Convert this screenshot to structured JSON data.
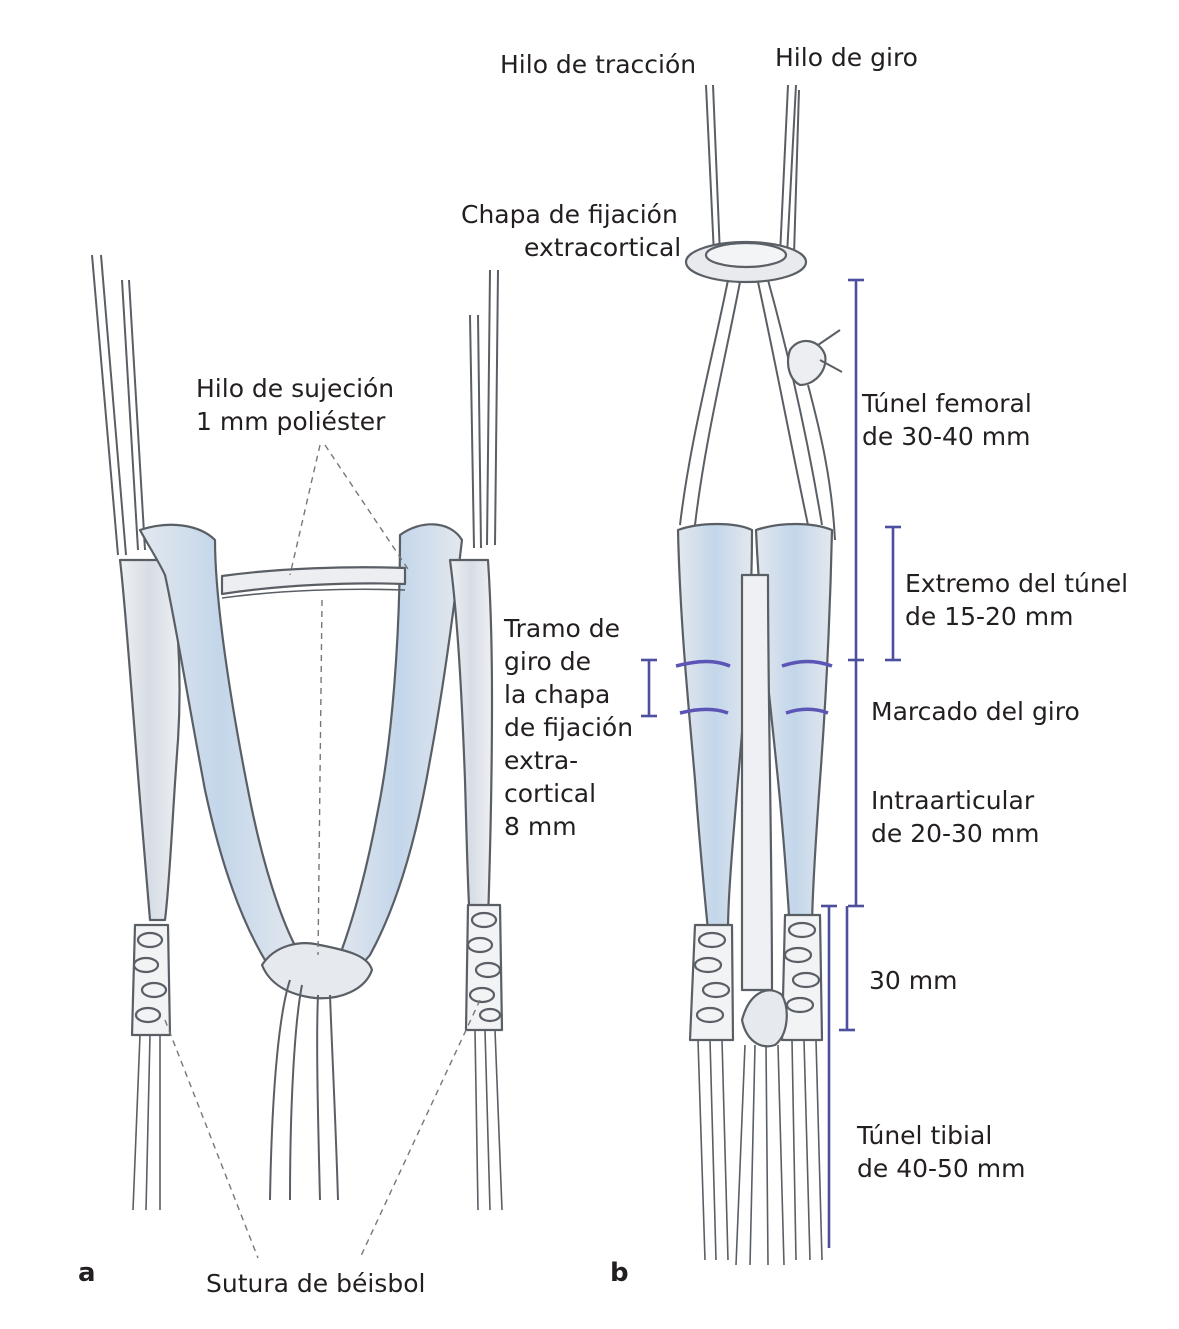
{
  "panel_a": {
    "letter": "a",
    "retaining_thread_line1": "Hilo de sujeción",
    "retaining_thread_line2": "1 mm poliéster",
    "turn_segment_lines": [
      "Tramo de",
      "giro de",
      "la chapa",
      "de fijación",
      "extra-",
      "cortical",
      "8 mm"
    ],
    "baseball_suture": "Sutura de béisbol"
  },
  "panel_b": {
    "letter": "b",
    "traction_thread": "Hilo de tracción",
    "turn_thread": "Hilo de giro",
    "plate_line1": "Chapa de fijación",
    "plate_line2": "extracortical",
    "femoral_tunnel_line1": "Túnel femoral",
    "femoral_tunnel_line2": "de 30-40 mm",
    "tunnel_end_line1": "Extremo del túnel",
    "tunnel_end_line2": "de 15-20 mm",
    "turn_marking": "Marcado del giro",
    "intraarticular_line1": "Intraarticular",
    "intraarticular_line2": "de 20-30 mm",
    "thirty_mm": "30 mm",
    "tibial_tunnel_line1": "Túnel tibial",
    "tibial_tunnel_line2": "de 40-50 mm"
  },
  "colors": {
    "graft_fill": "#dfe3e9",
    "graft_blue": "#c4d6e8",
    "outline": "#5a5f66",
    "measure_line": "#4b4f9e",
    "marking": "#5b55b5"
  }
}
